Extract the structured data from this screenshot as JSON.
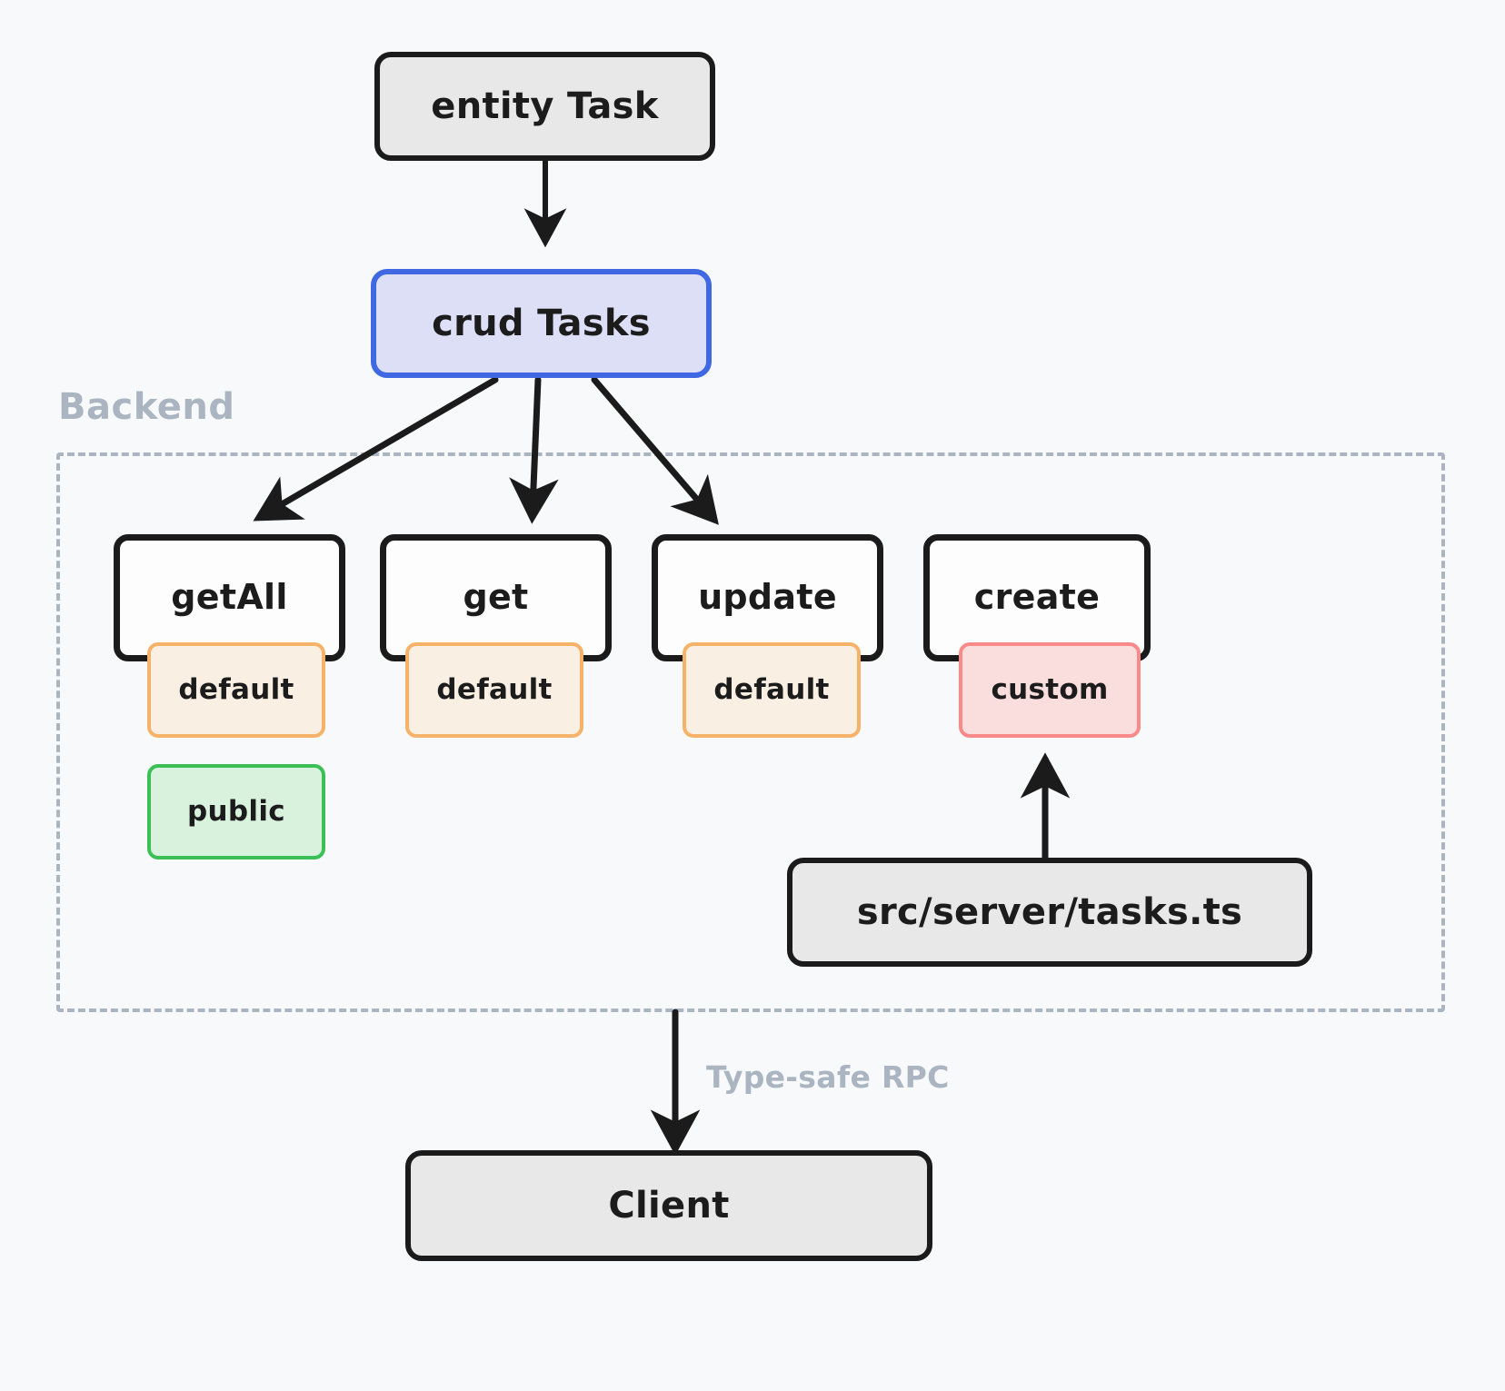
{
  "diagram": {
    "background_color": "#f7f9fb",
    "title_node": {
      "label": "entity Task"
    },
    "crud_node": {
      "label": "crud Tasks"
    },
    "group": {
      "title": "Backend",
      "border_style": "dashed",
      "border_color": "#aab5c1"
    },
    "methods": [
      {
        "label": "getAll",
        "badges": [
          {
            "label": "default",
            "kind": "default",
            "color": "#f7b269"
          },
          {
            "label": "public",
            "kind": "public",
            "color": "#3bc055"
          }
        ]
      },
      {
        "label": "get",
        "badges": [
          {
            "label": "default",
            "kind": "default",
            "color": "#f7b269"
          }
        ]
      },
      {
        "label": "update",
        "badges": [
          {
            "label": "default",
            "kind": "default",
            "color": "#f7b269"
          }
        ]
      },
      {
        "label": "create",
        "badges": [
          {
            "label": "custom",
            "kind": "custom",
            "color": "#fa8a8a"
          }
        ]
      }
    ],
    "source_file_node": {
      "label": "src/server/tasks.ts"
    },
    "rpc_edge_label": "Type-safe RPC",
    "client_node": {
      "label": "Client"
    },
    "colors": {
      "crud_border": "#4068e3",
      "crud_fill": "#dcdff6",
      "gray_fill": "#e8e8e8",
      "stroke": "#1b1b1b",
      "muted": "#aab5c1"
    }
  }
}
